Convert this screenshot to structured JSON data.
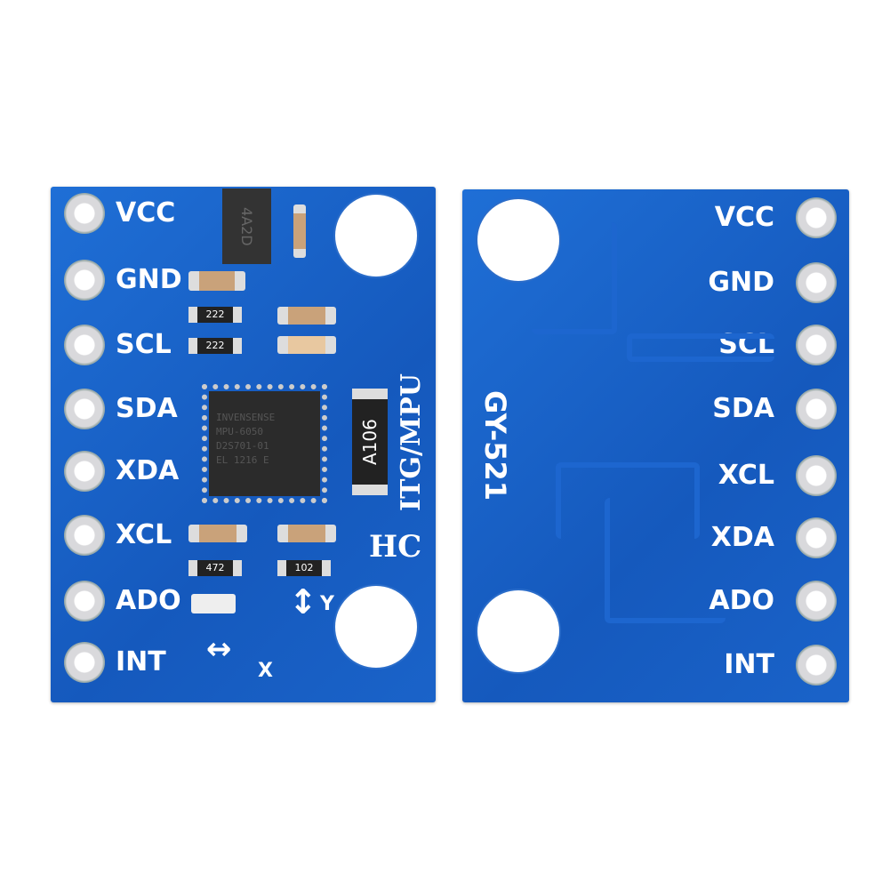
{
  "front": {
    "pins": [
      "VCC",
      "GND",
      "SCL",
      "SDA",
      "XDA",
      "XCL",
      "ADO",
      "INT"
    ],
    "regulator": "4A2D",
    "resistors": [
      "222",
      "222",
      "472",
      "102"
    ],
    "chip": [
      "INVENSENSE",
      "MPU-6050",
      "D2S701-01",
      "EL 1216 E"
    ],
    "big_resistor": "A106",
    "silk": "ITG/MPU",
    "brand": "HC",
    "axis_x": "X",
    "axis_y": "Y"
  },
  "back": {
    "pins": [
      "VCC",
      "GND",
      "SCL",
      "SDA",
      "XCL",
      "XDA",
      "ADO",
      "INT"
    ],
    "model": "GY-521"
  },
  "colors": {
    "pcb": "#1a63c9",
    "silk": "#ffffff",
    "background": "#ffffff"
  }
}
